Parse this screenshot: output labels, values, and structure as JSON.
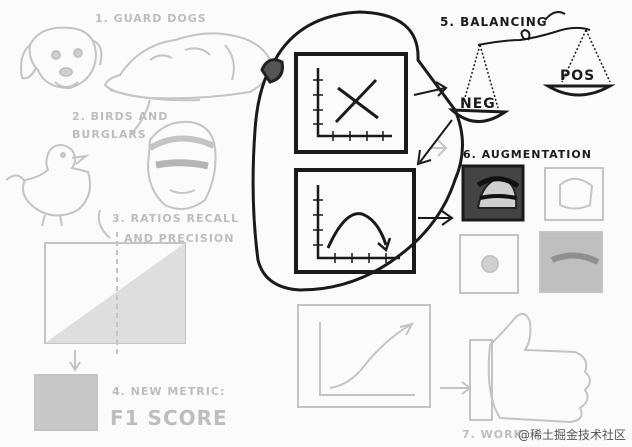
{
  "steps": {
    "s1": "1. GUARD DOGS",
    "s2a": "2. BIRDS AND",
    "s2b": "BURGLARS",
    "s3a": "3. RATIOS RECALL",
    "s3b": "AND PRECISION",
    "s4": "4. NEW METRIC:",
    "s4b": "F1 SCORE",
    "s5": "5. BALANCING",
    "s6": "6. AUGMENTATION",
    "s7": "7. WORK"
  },
  "scale_labels": {
    "neg": "NEG",
    "pos": "POS"
  },
  "watermark": "@稀土掘金技术社区"
}
